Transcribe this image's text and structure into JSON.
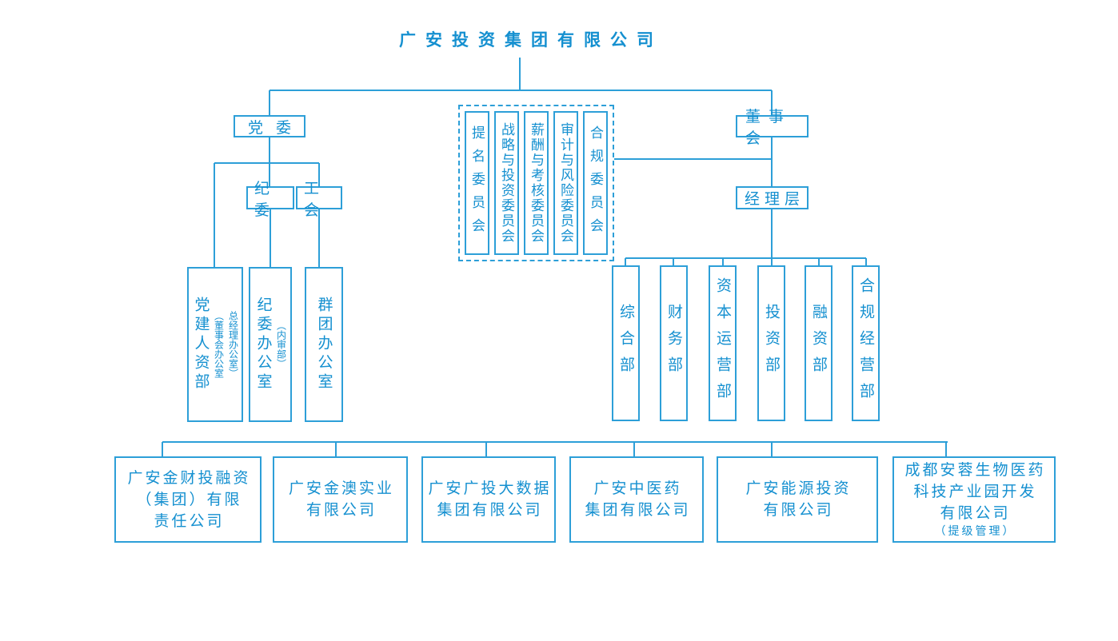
{
  "colors": {
    "accent": "#1590D0",
    "line": "#2D9FD8"
  },
  "title": "广安投资集团有限公司",
  "org": {
    "party_committee": "党委",
    "discipline_committee": "纪委",
    "labor_union": "工会",
    "board": "董事会",
    "management": "经理层"
  },
  "board_committees": [
    "提名委员会",
    "战略与投资委员会",
    "薪酬与考核委员会",
    "审计与风险委员会",
    "合规委员会"
  ],
  "party_offices": [
    {
      "main": "党建人资部",
      "sub1": "（董事会办公室",
      "sub2": "总经理办公室）"
    },
    {
      "main": "纪委办公室",
      "sub1": "（内审部）"
    },
    {
      "main": "群团办公室"
    }
  ],
  "departments": [
    "综合部",
    "财务部",
    "资本运营部",
    "投资部",
    "融资部",
    "合规经营部"
  ],
  "subsidiaries": [
    {
      "line1": "广安金财投融资",
      "line2": "（集团）有限",
      "line3": "责任公司"
    },
    {
      "line1": "广安金澳实业",
      "line2": "有限公司"
    },
    {
      "line1": "广安广投大数据",
      "line2": "集团有限公司"
    },
    {
      "line1": "广安中医药",
      "line2": "集团有限公司"
    },
    {
      "line1": "广安能源投资",
      "line2": "有限公司"
    },
    {
      "line1": "成都安蓉生物医药",
      "line2": "科技产业园开发",
      "line3": "有限公司",
      "note": "（提级管理）"
    }
  ]
}
